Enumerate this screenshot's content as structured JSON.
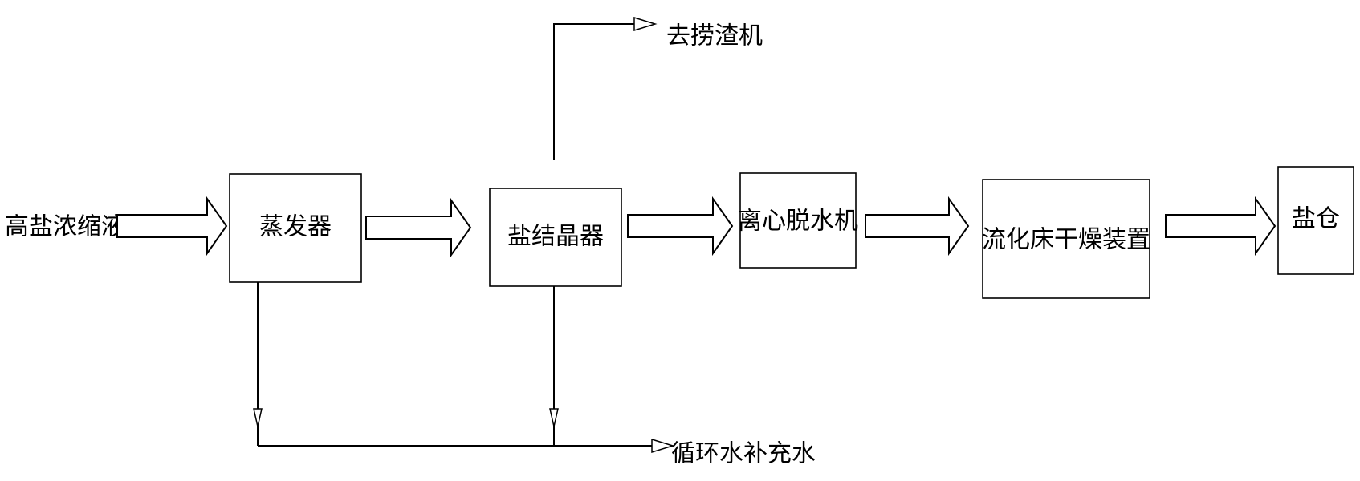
{
  "labels": {
    "input": "高盐浓缩液",
    "slag_output": "去捞渣机",
    "water_output": "循环水补充水"
  },
  "boxes": {
    "evaporator": "蒸发器",
    "salt_crystallizer": "盐结晶器",
    "centrifugal_dewaterer": "离心脱水机",
    "fluidized_bed_dryer": "流化床干燥装置",
    "salt_silo": "盐仓"
  }
}
